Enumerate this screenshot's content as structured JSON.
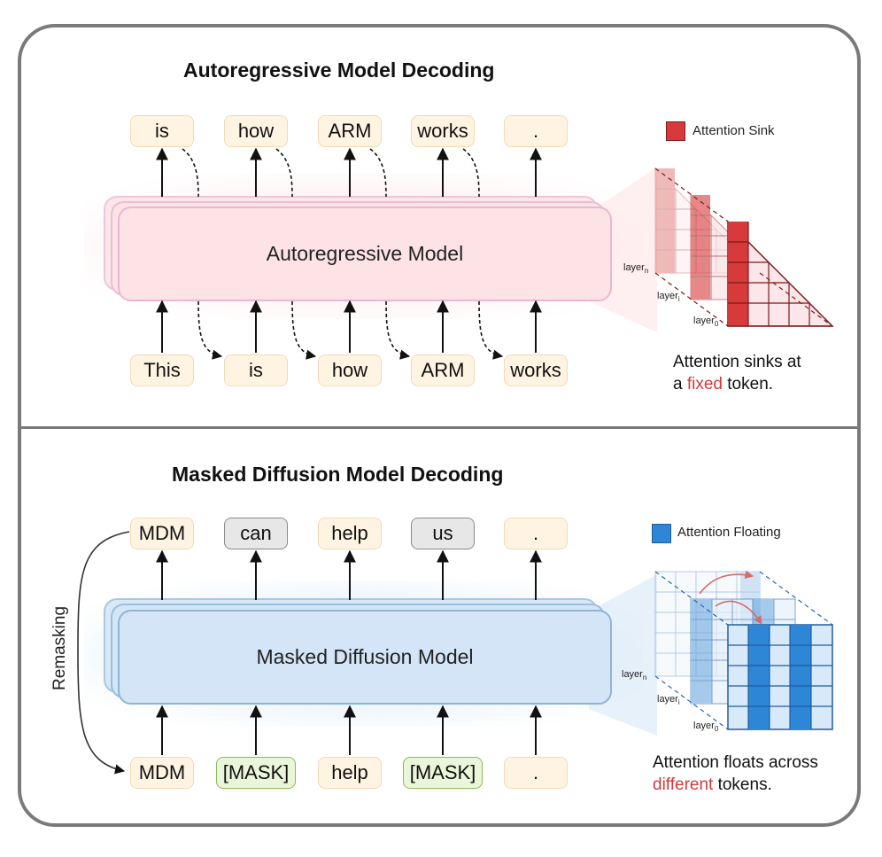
{
  "top": {
    "title": "Autoregressive Model Decoding",
    "model_label": "Autoregressive Model",
    "outputs": [
      "is",
      "how",
      "ARM",
      "works",
      "."
    ],
    "inputs": [
      "This",
      "is",
      "how",
      "ARM",
      "works"
    ],
    "legend_label": "Attention Sink",
    "layer_labels": {
      "n": "layer",
      "n_sub": "n",
      "i": "layer",
      "i_sub": "i",
      "zero": "layer",
      "zero_sub": "0"
    },
    "caption_line1": "Attention sinks at",
    "caption_pre": "a ",
    "caption_highlight": "fixed",
    "caption_post": " token.",
    "colors": {
      "sink": "#d63a3a",
      "model_fill": "#fde3e6",
      "model_border": "#e8b7d3"
    }
  },
  "bottom": {
    "title": "Masked Diffusion Model Decoding",
    "model_label": "Masked Diffusion Model",
    "outputs": [
      "MDM",
      "can",
      "help",
      "us",
      "."
    ],
    "inputs": [
      "MDM",
      "[MASK]",
      "help",
      "[MASK]",
      "."
    ],
    "remask_label": "Remasking",
    "legend_label": "Attention Floating",
    "layer_labels": {
      "n": "layer",
      "n_sub": "n",
      "i": "layer",
      "i_sub": "i",
      "zero": "layer",
      "zero_sub": "0"
    },
    "caption_line1": "Attention floats across",
    "caption_highlight": "different",
    "caption_post": " tokens.",
    "colors": {
      "floating": "#2e86d6",
      "model_fill": "#d3e5f6",
      "model_border": "#8fb5d3"
    }
  }
}
